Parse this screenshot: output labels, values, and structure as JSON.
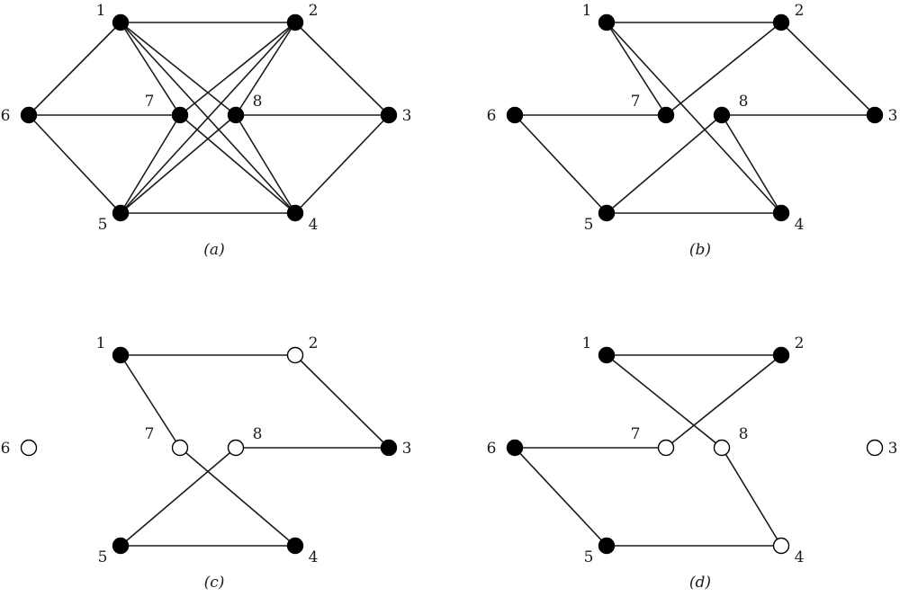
{
  "panels": [
    {
      "id": "a",
      "caption": "(a)",
      "nodes": [
        {
          "label": "1",
          "state": "filled"
        },
        {
          "label": "2",
          "state": "filled"
        },
        {
          "label": "3",
          "state": "filled"
        },
        {
          "label": "4",
          "state": "filled"
        },
        {
          "label": "5",
          "state": "filled"
        },
        {
          "label": "6",
          "state": "filled"
        },
        {
          "label": "7",
          "state": "filled"
        },
        {
          "label": "8",
          "state": "filled"
        }
      ],
      "edges": [
        [
          "1",
          "2"
        ],
        [
          "2",
          "3"
        ],
        [
          "3",
          "4"
        ],
        [
          "4",
          "5"
        ],
        [
          "5",
          "6"
        ],
        [
          "6",
          "1"
        ],
        [
          "6",
          "7"
        ],
        [
          "8",
          "3"
        ],
        [
          "1",
          "7"
        ],
        [
          "1",
          "8"
        ],
        [
          "1",
          "4"
        ],
        [
          "2",
          "7"
        ],
        [
          "2",
          "8"
        ],
        [
          "2",
          "5"
        ],
        [
          "7",
          "4"
        ],
        [
          "7",
          "5"
        ],
        [
          "8",
          "4"
        ],
        [
          "8",
          "5"
        ]
      ]
    },
    {
      "id": "b",
      "caption": "(b)",
      "nodes": [
        {
          "label": "1",
          "state": "filled"
        },
        {
          "label": "2",
          "state": "filled"
        },
        {
          "label": "3",
          "state": "filled"
        },
        {
          "label": "4",
          "state": "filled"
        },
        {
          "label": "5",
          "state": "filled"
        },
        {
          "label": "6",
          "state": "filled"
        },
        {
          "label": "7",
          "state": "filled"
        },
        {
          "label": "8",
          "state": "filled"
        }
      ],
      "edges": [
        [
          "1",
          "2"
        ],
        [
          "2",
          "3"
        ],
        [
          "4",
          "5"
        ],
        [
          "5",
          "6"
        ],
        [
          "6",
          "7"
        ],
        [
          "8",
          "3"
        ],
        [
          "1",
          "7"
        ],
        [
          "1",
          "4"
        ],
        [
          "2",
          "7"
        ],
        [
          "8",
          "4"
        ],
        [
          "8",
          "5"
        ]
      ]
    },
    {
      "id": "c",
      "caption": "(c)",
      "nodes": [
        {
          "label": "1",
          "state": "filled"
        },
        {
          "label": "2",
          "state": "open"
        },
        {
          "label": "3",
          "state": "filled"
        },
        {
          "label": "4",
          "state": "filled"
        },
        {
          "label": "5",
          "state": "filled"
        },
        {
          "label": "6",
          "state": "open"
        },
        {
          "label": "7",
          "state": "open"
        },
        {
          "label": "8",
          "state": "open"
        }
      ],
      "edges": [
        [
          "1",
          "2"
        ],
        [
          "2",
          "3"
        ],
        [
          "8",
          "3"
        ],
        [
          "1",
          "7"
        ],
        [
          "7",
          "4"
        ],
        [
          "8",
          "5"
        ],
        [
          "4",
          "5"
        ]
      ]
    },
    {
      "id": "d",
      "caption": "(d)",
      "nodes": [
        {
          "label": "1",
          "state": "filled"
        },
        {
          "label": "2",
          "state": "filled"
        },
        {
          "label": "3",
          "state": "open"
        },
        {
          "label": "4",
          "state": "open"
        },
        {
          "label": "5",
          "state": "filled"
        },
        {
          "label": "6",
          "state": "filled"
        },
        {
          "label": "7",
          "state": "open"
        },
        {
          "label": "8",
          "state": "open"
        }
      ],
      "edges": [
        [
          "1",
          "2"
        ],
        [
          "2",
          "7"
        ],
        [
          "6",
          "7"
        ],
        [
          "1",
          "8"
        ],
        [
          "8",
          "4"
        ],
        [
          "4",
          "5"
        ],
        [
          "5",
          "6"
        ]
      ]
    }
  ]
}
